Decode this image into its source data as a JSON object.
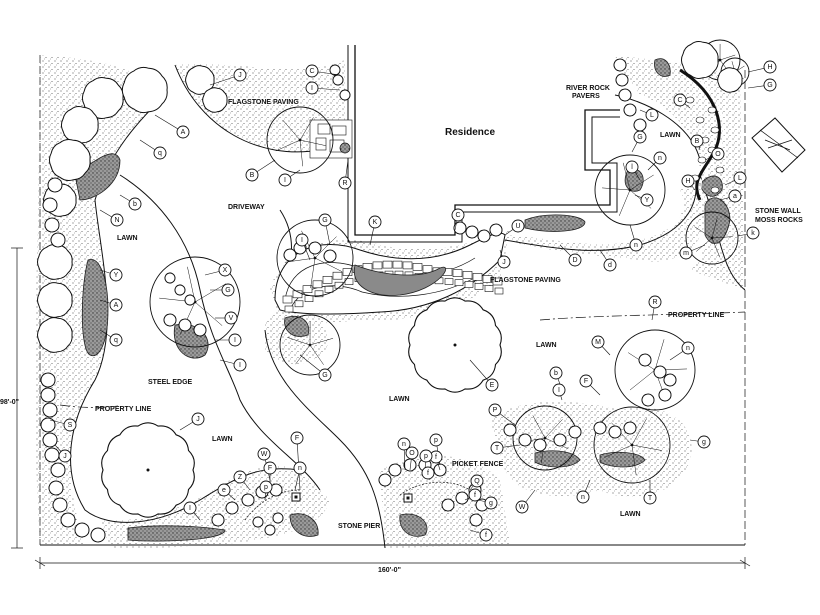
{
  "labels": {
    "residence": "Residence",
    "flagstone_top": "FLAGSTONE PAVING",
    "flagstone_mid": "FLAGSTONE PAVING",
    "driveway": "DRIVEWAY",
    "lawn_left": "LAWN",
    "lawn_center": "LAWN",
    "lawn_bottom_left": "LAWN",
    "lawn_right": "LAWN",
    "lawn_bottom_right": "LAWN",
    "lawn_top_right": "LAWN",
    "steel_edge": "STEEL EDGE",
    "property_line_left": "PROPERTY LINE",
    "property_line_right": "PROPERTY LINE",
    "picket_fence": "PICKET FENCE",
    "stone_pier": "STONE PIER",
    "river_rock_1": "RIVER ROCK",
    "river_rock_2": "PAVERS",
    "stone_wall": "STONE WALL",
    "moss_rocks": "MOSS ROCKS"
  },
  "dimensions": {
    "horizontal": "160'-0\"",
    "vertical": "98'-0\""
  },
  "keys": [
    "J",
    "C",
    "I",
    "A",
    "q",
    "B",
    "I",
    "R",
    "N",
    "b",
    "Y",
    "A",
    "q",
    "S",
    "J",
    "G",
    "K",
    "G",
    "I",
    "C",
    "L",
    "J",
    "U",
    "X",
    "G",
    "V",
    "I",
    "I",
    "H",
    "G",
    "l",
    "G",
    "C",
    "B",
    "H",
    "O",
    "L",
    "a",
    "k",
    "m",
    "n",
    "Y",
    "n",
    "D",
    "d",
    "R",
    "n",
    "M",
    "b",
    "I",
    "F",
    "P",
    "T",
    "n",
    "g",
    "W",
    "T",
    "F",
    "W",
    "F",
    "Z",
    "e",
    "I",
    "n",
    "p",
    "f",
    "Q",
    "g",
    "f",
    "n",
    "p",
    "f",
    "O",
    "p",
    "J",
    "f",
    "E"
  ]
}
